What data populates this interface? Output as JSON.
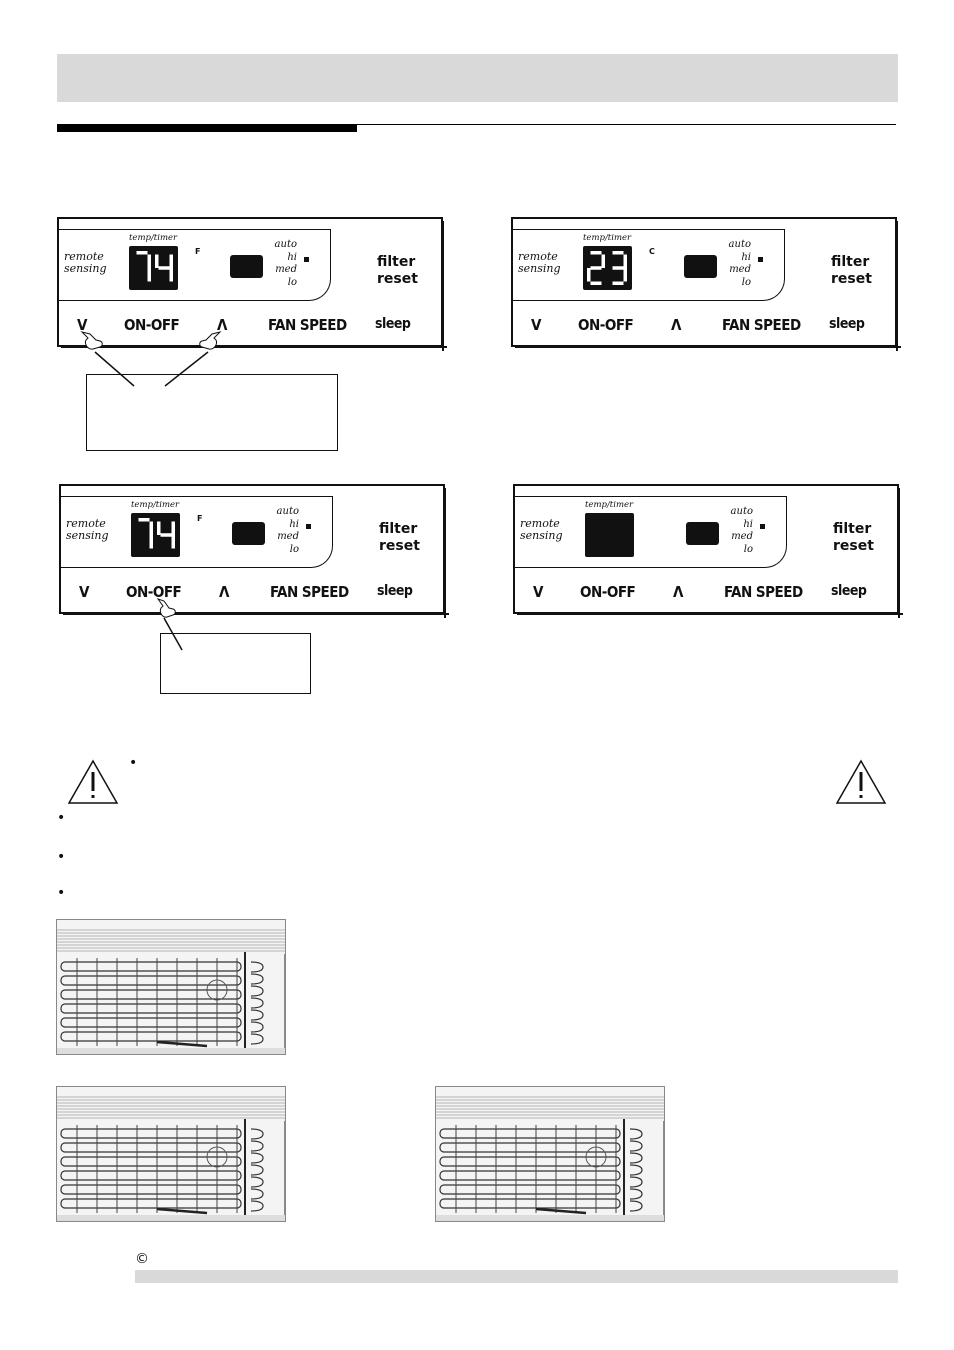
{
  "panel_labels": {
    "remote": [
      "remote",
      "sensing"
    ],
    "temp_timer": "temp/timer",
    "speeds": [
      "auto",
      "hi",
      "med",
      "lo"
    ],
    "filter": [
      "filter",
      "reset"
    ],
    "buttons": {
      "down": "V",
      "onoff": "ON-OFF",
      "up": "Λ",
      "fan": "FAN SPEED",
      "sleep": "sleep"
    }
  },
  "panels": [
    {
      "display": "74",
      "unit": "F"
    },
    {
      "display": "23",
      "unit": "C"
    },
    {
      "display": "74",
      "unit": "F"
    },
    {
      "display": "",
      "unit": ""
    }
  ],
  "bullets": [
    "•",
    "•",
    "•",
    "•"
  ],
  "copyright": "©",
  "icons": {
    "warning": "warning-triangle-icon",
    "hand": "pointing-hand-icon"
  }
}
